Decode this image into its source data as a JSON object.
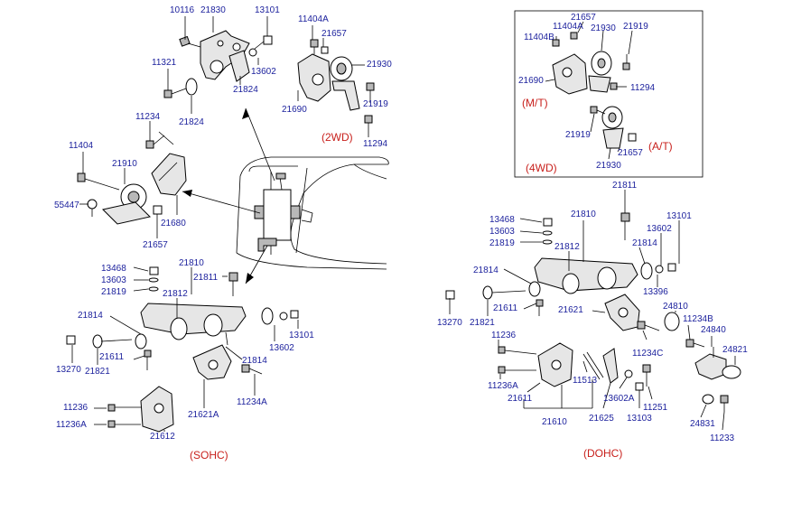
{
  "colors": {
    "part_label": "#1a1f9c",
    "caption": "#c8201c",
    "line": "#000000"
  },
  "captions": {
    "two_wd": "(2WD)",
    "four_wd": "(4WD)",
    "mt": "(M/T)",
    "at": "(A/T)",
    "sohc": "(SOHC)",
    "dohc": "(DOHC)"
  },
  "labels": {
    "l_10116": "10116",
    "l_21830": "21830",
    "l_13101_top": "13101",
    "l_11404a_top": "11404A",
    "l_21657_top": "21657",
    "l_21930_top": "21930",
    "l_11321": "11321",
    "l_13602_top": "13602",
    "l_21824_a": "21824",
    "l_21824_b": "21824",
    "l_21690_top": "21690",
    "l_21919_top": "21919",
    "l_11294_top": "11294",
    "l_11234": "11234",
    "l_11404": "11404",
    "l_21910": "21910",
    "l_55447": "55447",
    "l_21680": "21680",
    "l_21657_left": "21657",
    "l_4wd_21657": "21657",
    "l_4wd_11404a": "11404A",
    "l_4wd_21930": "21930",
    "l_4wd_21919_a": "21919",
    "l_4wd_11404b": "11404B",
    "l_4wd_21690": "21690",
    "l_4wd_11294": "11294",
    "l_4wd_21919_b": "21919",
    "l_4wd_21657_b": "21657",
    "l_4wd_21930_b": "21930",
    "l_s_13468": "13468",
    "l_s_13603": "13603",
    "l_s_21819": "21819",
    "l_s_21810": "21810",
    "l_s_21811": "21811",
    "l_s_21812": "21812",
    "l_s_21814_a": "21814",
    "l_s_13602": "13602",
    "l_s_13101": "13101",
    "l_s_13270": "13270",
    "l_s_21821": "21821",
    "l_s_21611": "21611",
    "l_s_21814_b": "21814",
    "l_s_11234a": "11234A",
    "l_s_21621a": "21621A",
    "l_s_11236": "11236",
    "l_s_11236a": "11236A",
    "l_s_21612": "21612",
    "l_d_21811": "21811",
    "l_d_13468": "13468",
    "l_d_21810": "21810",
    "l_d_13603": "13603",
    "l_d_21819": "21819",
    "l_d_21812": "21812",
    "l_d_13101": "13101",
    "l_d_13602": "13602",
    "l_d_21814_a": "21814",
    "l_d_21814_b": "21814",
    "l_d_13396": "13396",
    "l_d_13270": "13270",
    "l_d_21821": "21821",
    "l_d_21611_a": "21611",
    "l_d_21621": "21621",
    "l_d_24810": "24810",
    "l_d_11234b": "11234B",
    "l_d_24840": "24840",
    "l_d_11236": "11236",
    "l_d_11234c": "11234C",
    "l_d_24821": "24821",
    "l_d_11236a": "11236A",
    "l_d_11513": "11513",
    "l_d_21611_b": "21611",
    "l_d_13602a": "13602A",
    "l_d_11251": "11251",
    "l_d_21610": "21610",
    "l_d_21625": "21625",
    "l_d_13103": "13103",
    "l_d_24831": "24831",
    "l_d_11233": "11233"
  }
}
